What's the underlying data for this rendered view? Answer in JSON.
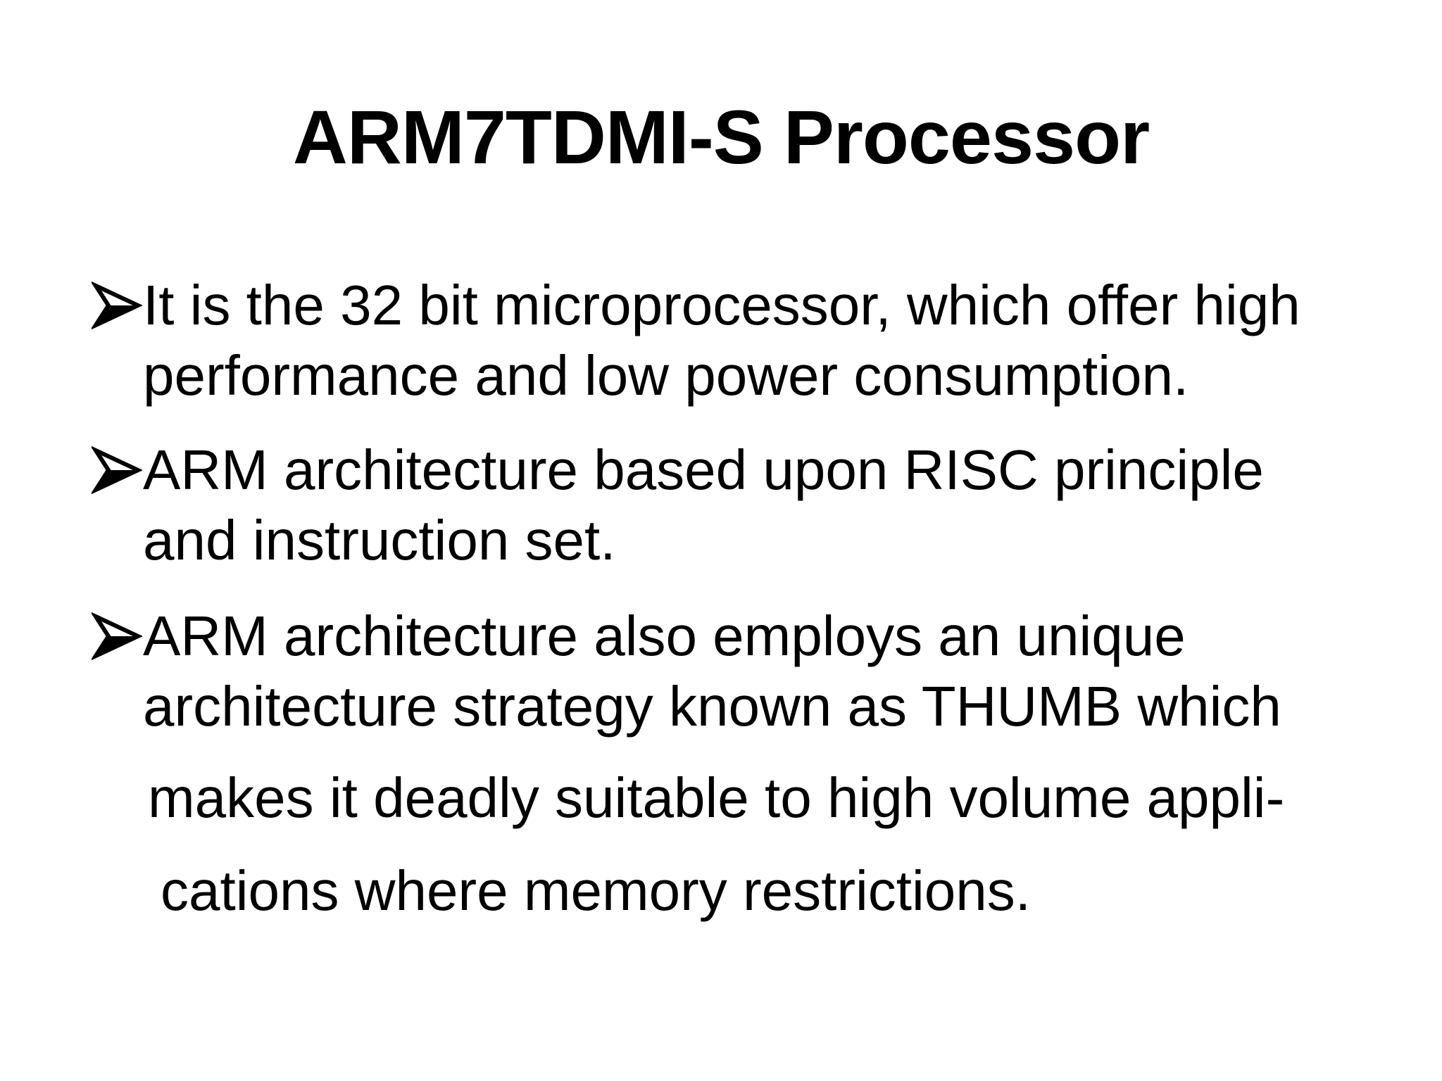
{
  "title": "ARM7TDMI-S Processor",
  "bullets": [
    {
      "icon": "arrowhead-bullet-icon",
      "lines": [
        "It is the 32 bit microprocessor, which offer high",
        "performance and low power consumption."
      ]
    },
    {
      "icon": "arrowhead-bullet-icon",
      "lines": [
        "ARM architecture based upon RISC principle",
        "and  instruction set."
      ]
    },
    {
      "icon": "arrowhead-bullet-icon",
      "lines": [
        "ARM architecture also employs an unique",
        "architecture strategy known as THUMB which",
        "makes it deadly suitable to high volume appli-",
        "cations where memory restrictions."
      ]
    }
  ]
}
